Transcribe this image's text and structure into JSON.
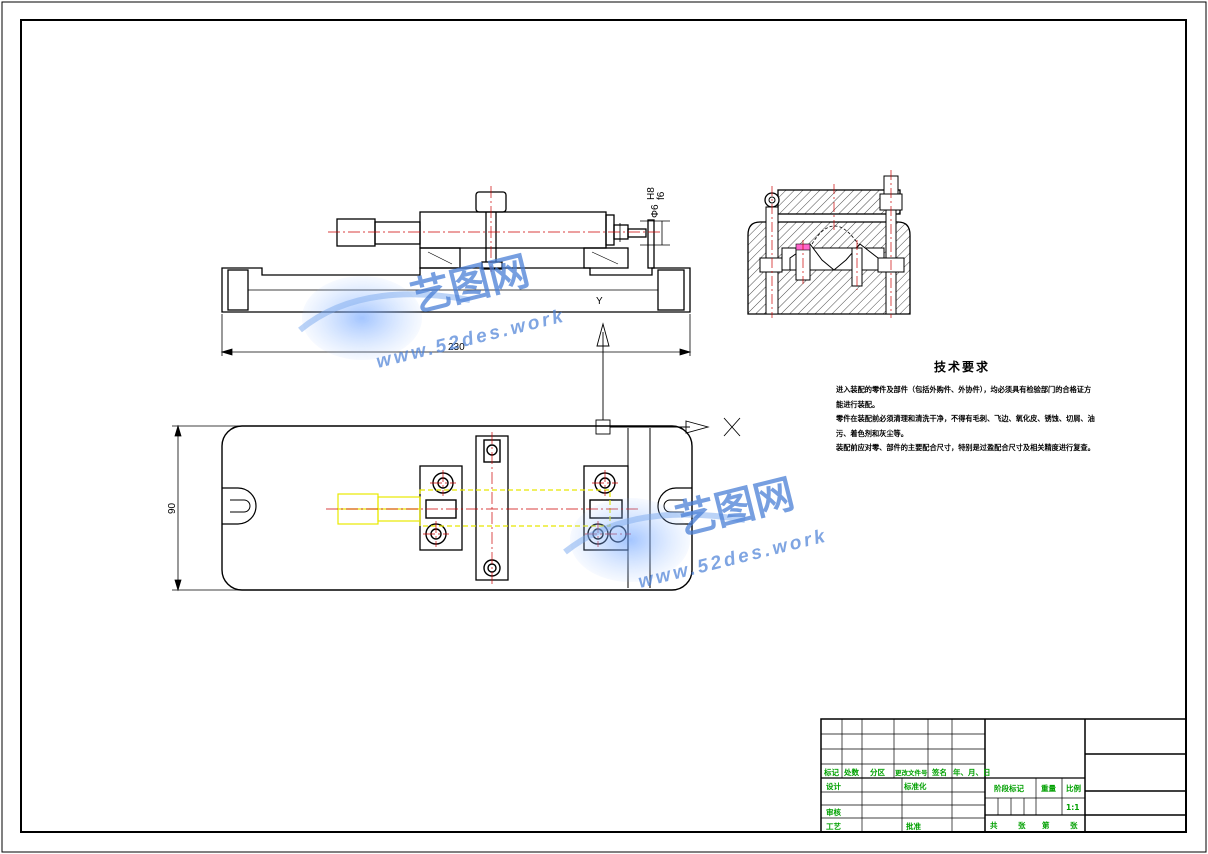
{
  "drawing": {
    "dimensions": {
      "length": "230",
      "width": "90",
      "diameter": "Φ6",
      "tolerance_upper": "H8",
      "tolerance_lower": "f6"
    },
    "axes": {
      "x_label": "X",
      "y_label": "Y"
    }
  },
  "watermark": {
    "brand": "艺图网",
    "url": "www.52des.work"
  },
  "technical_requirements": {
    "title": "技术要求",
    "lines": [
      "进入装配的零件及部件（包括外购件、外协件），均必须具有检验部门的合格证方",
      "能进行装配。",
      "零件在装配前必须清理和清洗干净，不得有毛刺、飞边、氧化皮、锈蚀、切屑、油",
      "污、着色剂和灰尘等。",
      "装配前应对零、部件的主要配合尺寸，特别是过盈配合尺寸及相关精度进行复查。"
    ]
  },
  "title_block": {
    "revision_headers": [
      "标记",
      "处数",
      "分区",
      "更改文件号",
      "签名",
      "年、月、日"
    ],
    "design": "设计",
    "standardization": "标准化",
    "review": "审核",
    "process": "工艺",
    "approve": "批准",
    "stage_mark": "阶段标记",
    "weight": "重量",
    "scale": "比例",
    "scale_value": "1:1",
    "sheet_total": "共",
    "sheet_unit": "张",
    "sheet_number": "第",
    "sheet_unit2": "张"
  },
  "colors": {
    "line": "#000000",
    "centerline": "#cc0000",
    "highlight": "#e8e800",
    "titleblock_text": "#00a000",
    "watermark": "#4a7fd6"
  }
}
